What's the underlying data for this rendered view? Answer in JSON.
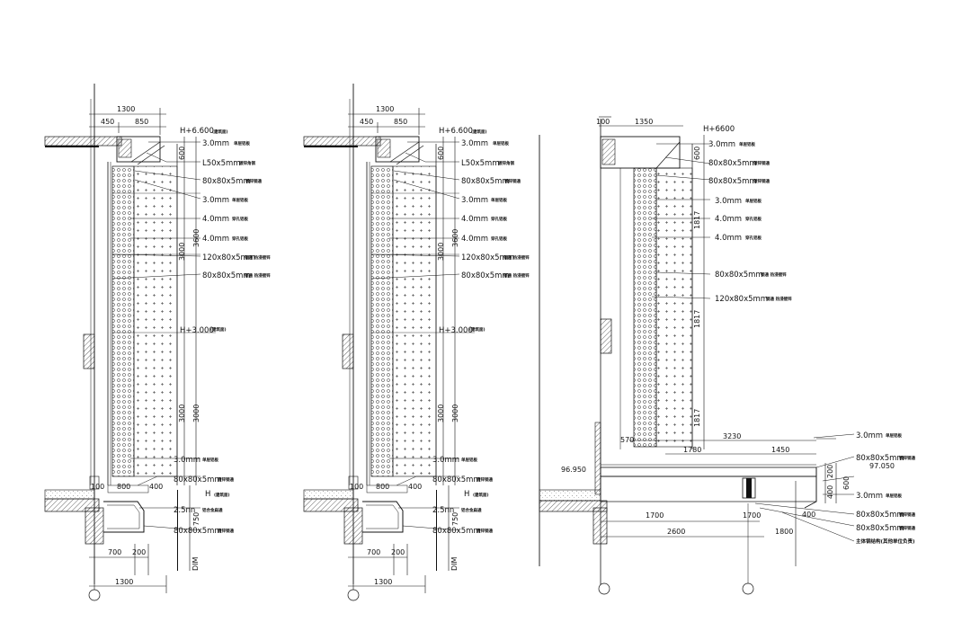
{
  "section1": {
    "dims_top": {
      "total": "1300",
      "left": "450",
      "right": "850"
    },
    "elev_top": "H+6.600",
    "elev_top_note": "(建筑面)",
    "elev_mid": "H+3.000",
    "elev_mid_note": "(建筑面)",
    "elev_low": "H",
    "elev_low_note": "(建筑面)",
    "vdims": {
      "d600": "600",
      "d3600": "3600",
      "d3000a": "3000",
      "d3000b": "3000",
      "d3000c": "3000",
      "d750": "750",
      "dim": "DIM"
    },
    "callouts": [
      {
        "size": "3.0mm",
        "note": "单层铝板"
      },
      {
        "size": "L50x5mm",
        "note": "镀锌角钢"
      },
      {
        "size": "80x80x5mm",
        "note": "镀锌钢通"
      },
      {
        "size": "3.0mm",
        "note": "单层铝板"
      },
      {
        "size": "4.0mm",
        "note": "穿孔铝板"
      },
      {
        "size": "4.0mm",
        "note": "穿孔铝板"
      },
      {
        "size": "120x80x5mm",
        "note": "钢通 热浸镀锌"
      },
      {
        "size": "80x80x5mm",
        "note": "钢通 热浸镀锌"
      }
    ],
    "bottom_callouts": [
      {
        "size": "3.0mm",
        "note": "单层铝板"
      },
      {
        "size": "80x80x5mm",
        "note": "镀锌钢通"
      },
      {
        "size": "2.5nn",
        "note": "铝合金扁通"
      },
      {
        "size": "80x80x5mm",
        "note": "镀锌钢通"
      }
    ],
    "base_dims": {
      "d100": "100",
      "d800": "800",
      "d400": "400",
      "d700": "700",
      "d200": "200",
      "total": "1300"
    }
  },
  "section2": {
    "dims_top": {
      "total": "1300",
      "left": "450",
      "right": "850"
    },
    "elev_top": "H+6.600",
    "elev_top_note": "(建筑面)",
    "elev_mid": "H+3.000",
    "elev_mid_note": "(建筑面)",
    "elev_low": "H",
    "elev_low_note": "(建筑面)",
    "vdims": {
      "d600": "600",
      "d3600": "3600",
      "d3000a": "3000",
      "d3000b": "3000",
      "d3000c": "3000",
      "d750": "750",
      "dim": "DIM"
    },
    "callouts": [
      {
        "size": "3.0mm",
        "note": "单层铝板"
      },
      {
        "size": "L50x5mm",
        "note": "镀锌角钢"
      },
      {
        "size": "80x80x5mm",
        "note": "镀锌钢通"
      },
      {
        "size": "3.0mm",
        "note": "单层铝板"
      },
      {
        "size": "4.0mm",
        "note": "穿孔铝板"
      },
      {
        "size": "4.0mm",
        "note": "穿孔铝板"
      },
      {
        "size": "120x80x5mm",
        "note": "钢通 热浸镀锌"
      },
      {
        "size": "80x80x5mm",
        "note": "钢通 热浸镀锌"
      }
    ],
    "bottom_callouts": [
      {
        "size": "3.0mm",
        "note": "单层铝板"
      },
      {
        "size": "80x80x5mm",
        "note": "镀锌钢通"
      },
      {
        "size": "2.5nn",
        "note": "铝合金扁通"
      },
      {
        "size": "80x80x5mm",
        "note": "镀锌钢通"
      }
    ],
    "base_dims": {
      "d100": "100",
      "d800": "800",
      "d400": "400",
      "d700": "700",
      "d200": "200",
      "total": "1300"
    }
  },
  "section3": {
    "dims_top": {
      "left": "100",
      "right": "1350"
    },
    "elev_top": "H+6600",
    "vdims": {
      "d600": "600",
      "d1817a": "1817",
      "d1817b": "1817",
      "d1817c": "1817",
      "d570": "570"
    },
    "callouts": [
      {
        "size": "3.0mm",
        "note": "单层铝板"
      },
      {
        "size": "80x80x5mm",
        "note": "镀锌钢通"
      },
      {
        "size": "80x80x5mm",
        "note": "镀锌钢通"
      },
      {
        "size": "3.0mm",
        "note": "单层铝板"
      },
      {
        "size": "4.0mm",
        "note": "穿孔铝板"
      },
      {
        "size": "4.0mm",
        "note": "穿孔铝板"
      },
      {
        "size": "80x80x5mm",
        "note": "钢通 热浸镀锌"
      },
      {
        "size": "120x80x5mm",
        "note": "钢通 热浸镀锌"
      }
    ],
    "bottom_callouts": [
      {
        "size": "3.0mm",
        "note": "单层铝板"
      },
      {
        "size": "80x80x5mm",
        "note": "镀锌钢通"
      },
      {
        "size": "3.0mm",
        "note": "单层铝板"
      },
      {
        "size": "80x80x5mm",
        "note": "镀锌钢通"
      },
      {
        "size": "80x80x5mm",
        "note": "镀锌钢通"
      }
    ],
    "elev_left": "96.950",
    "elev_right": "97.050",
    "main_note": "主体钢结构(其他单位负责)",
    "hdims": {
      "d3230": "3230",
      "d1780": "1780",
      "d1450": "1450",
      "d1700a": "1700",
      "d1700b": "1700",
      "d2600": "2600",
      "d1800": "1800",
      "d400": "400"
    },
    "small_v": {
      "d200": "200",
      "d400": "400",
      "d600": "600"
    }
  }
}
